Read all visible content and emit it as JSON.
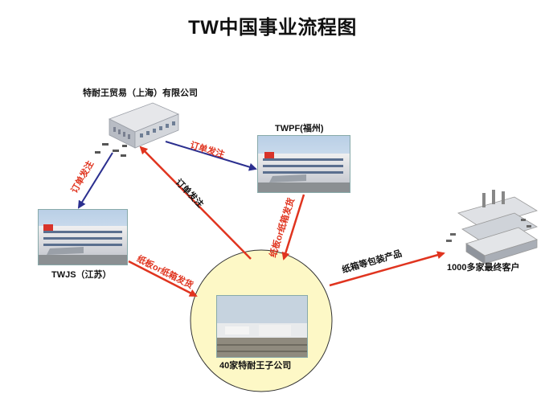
{
  "title": "TW中国事业流程图",
  "nodes": {
    "hq": "特耐王贸易（上海）有限公司",
    "twpf": "TWPF(福州)",
    "twjs": "TWJS（江苏）",
    "subsidiaries": "40家特耐王子公司",
    "customers": "1000多家最终客户"
  },
  "edges": {
    "hq_to_twpf": "订单发注",
    "hq_to_twjs": "订单发注",
    "sub_to_hq": "订单发注",
    "twpf_to_sub": "纸板or纸箱发货",
    "twjs_to_sub": "纸板or纸箱发货",
    "sub_to_customers": "纸箱等包装产品"
  },
  "colors": {
    "order_arrow": "#2b2f8f",
    "ship_arrow": "#e0341f",
    "subsidiary_circle": "#fdf8c6"
  }
}
